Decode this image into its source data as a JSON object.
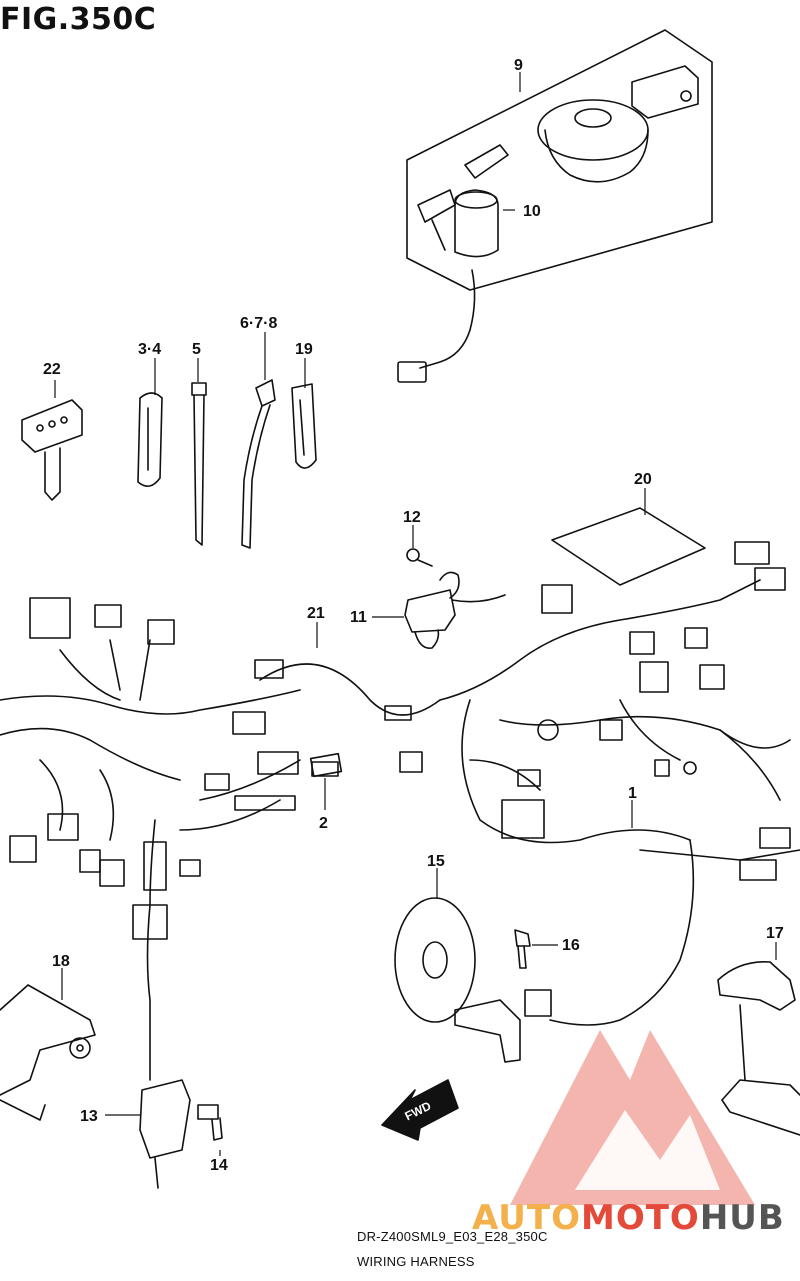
{
  "figure_title": "FIG.350C",
  "model_code": "DR-Z400SML9_E03_E28_350C",
  "diagram_title": "WIRING HARNESS",
  "direction_label": "FWD",
  "watermark": {
    "part1": "AUTO",
    "part2": "MOTO",
    "part3": "HUB"
  },
  "callouts": [
    "9",
    "10",
    "22",
    "3·4",
    "5",
    "6·7·8",
    "19",
    "20",
    "12",
    "11",
    "21",
    "1",
    "2",
    "15",
    "16",
    "17",
    "18",
    "13",
    "14"
  ],
  "colors": {
    "line": "#111111",
    "watermark_red": "#e44a3a",
    "watermark_orange": "#f3b04b",
    "watermark_gray": "#555555"
  }
}
